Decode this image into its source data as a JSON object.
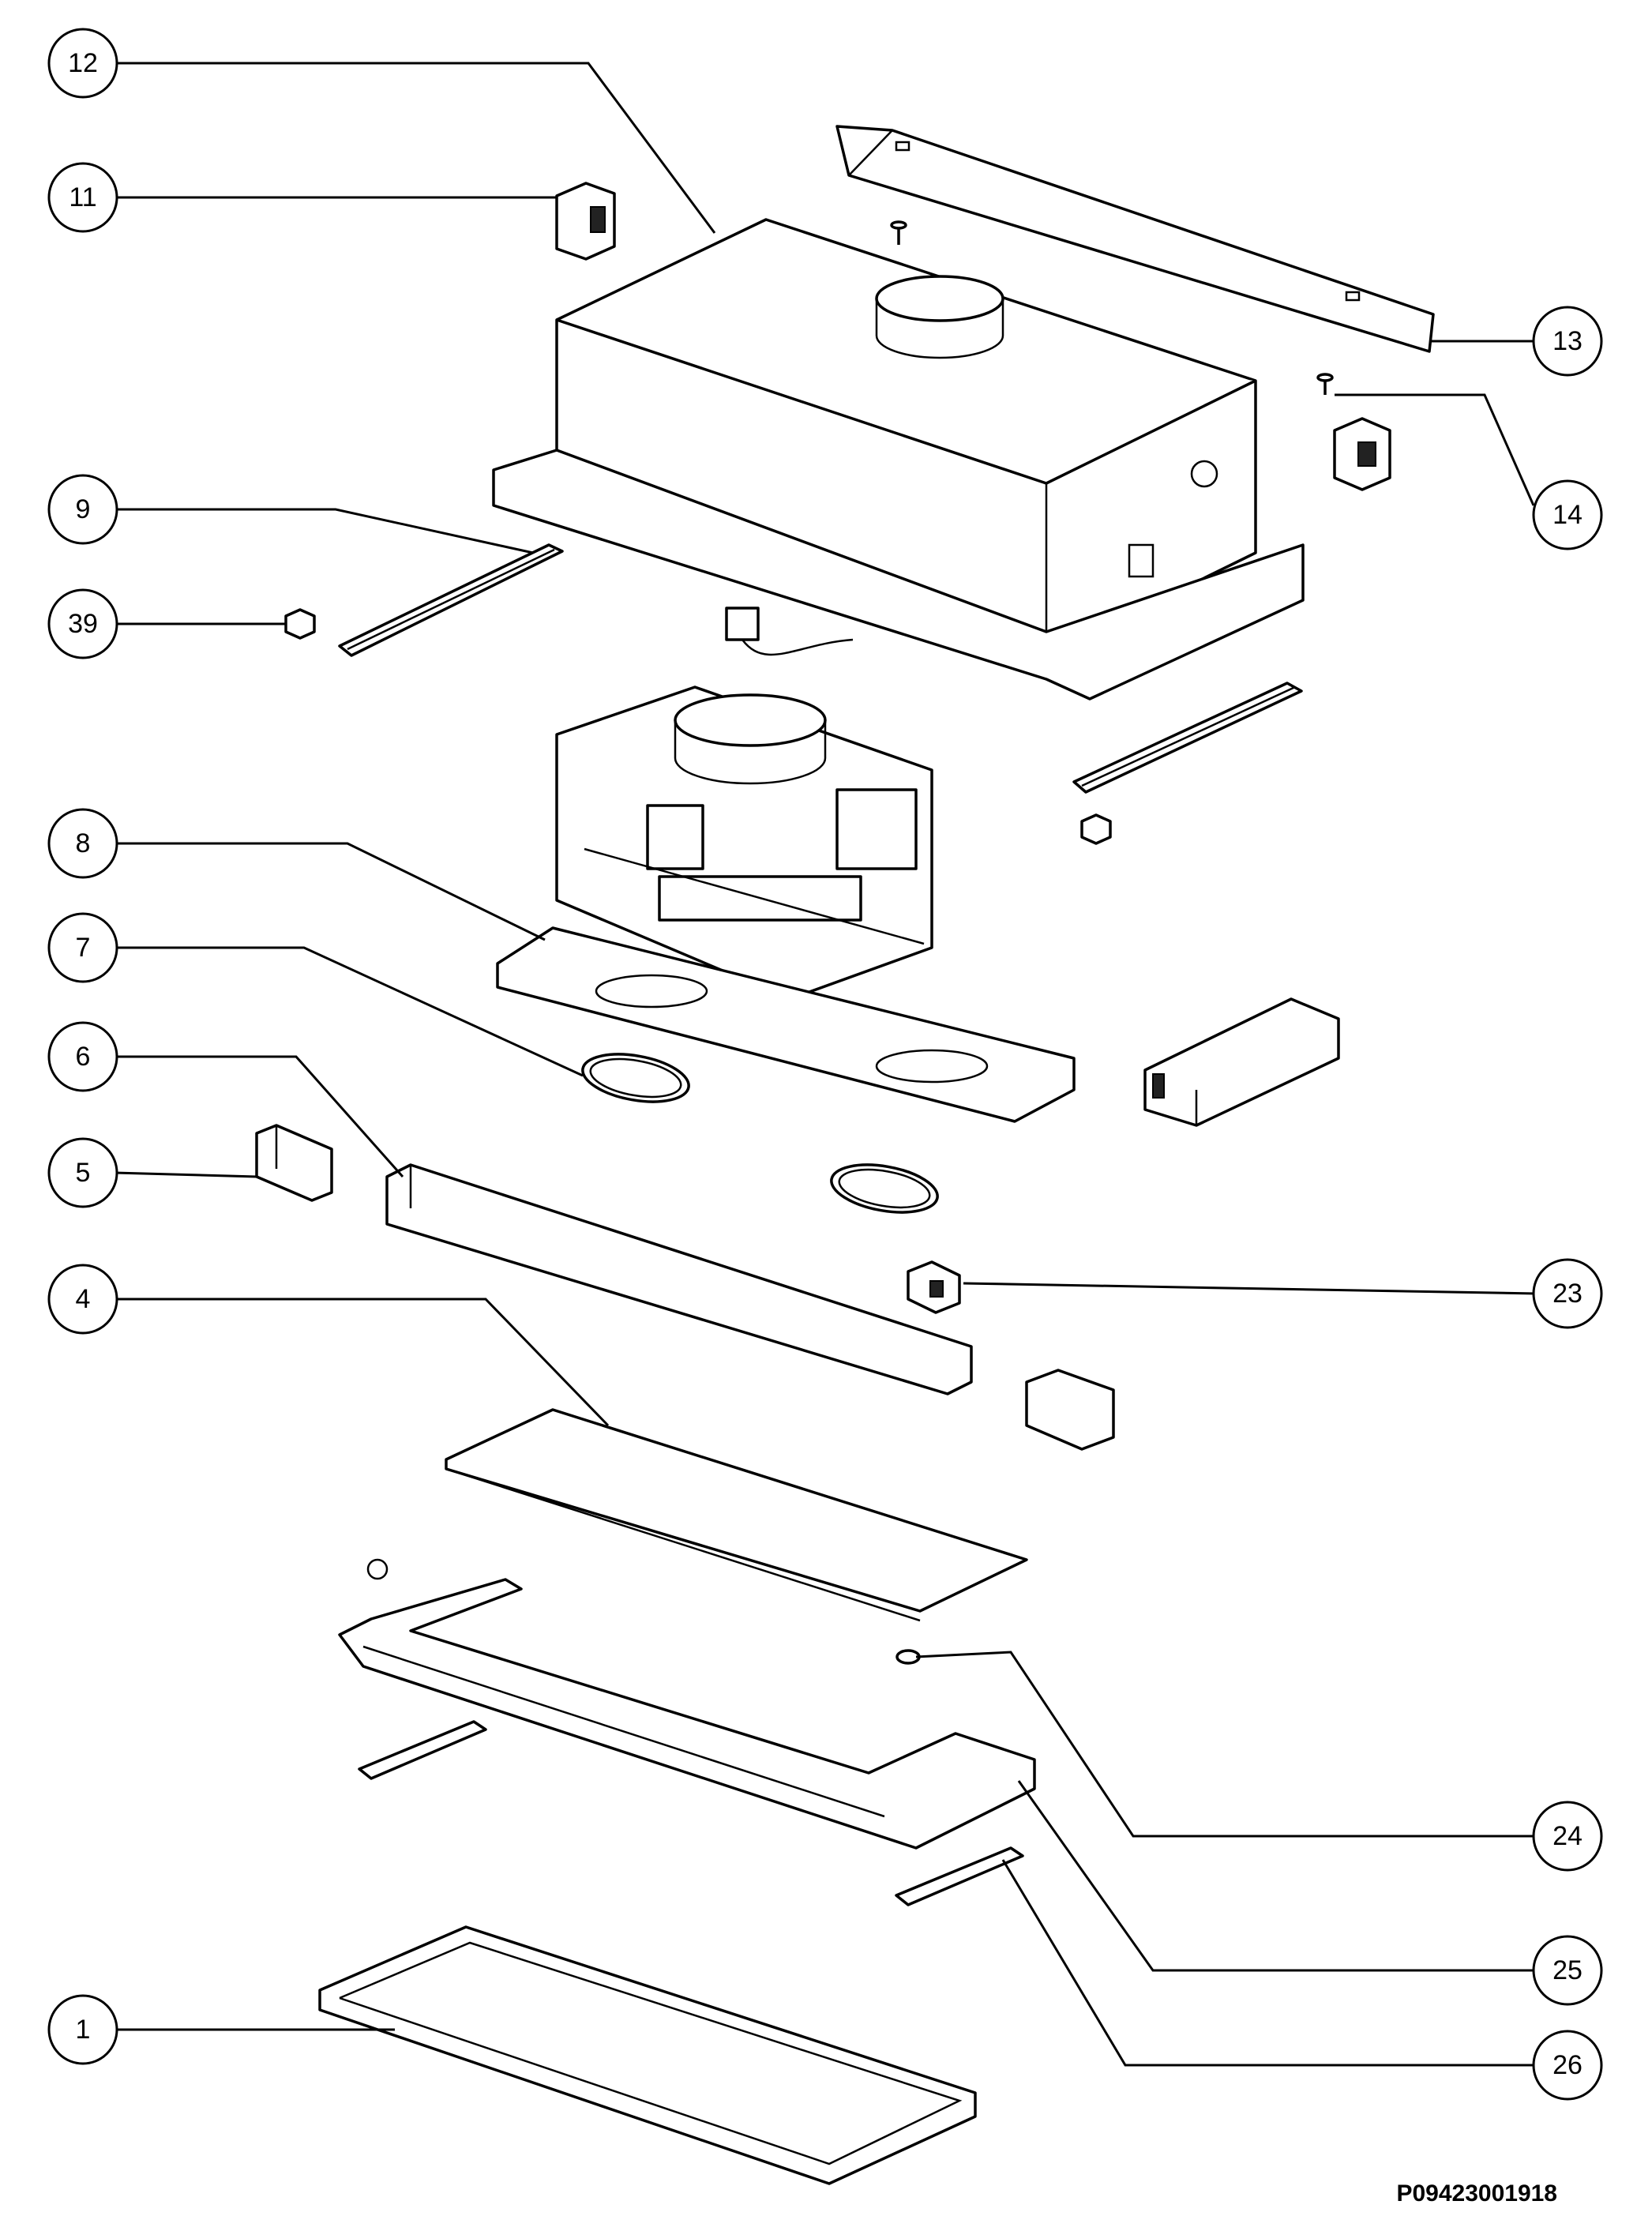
{
  "diagram_code": "P09423001918",
  "callouts": [
    {
      "id": "callout-12",
      "number": "12"
    },
    {
      "id": "callout-11",
      "number": "11"
    },
    {
      "id": "callout-13",
      "number": "13"
    },
    {
      "id": "callout-14",
      "number": "14"
    },
    {
      "id": "callout-9",
      "number": "9"
    },
    {
      "id": "callout-39",
      "number": "39"
    },
    {
      "id": "callout-8",
      "number": "8"
    },
    {
      "id": "callout-7",
      "number": "7"
    },
    {
      "id": "callout-6",
      "number": "6"
    },
    {
      "id": "callout-5",
      "number": "5"
    },
    {
      "id": "callout-23",
      "number": "23"
    },
    {
      "id": "callout-4",
      "number": "4"
    },
    {
      "id": "callout-24",
      "number": "24"
    },
    {
      "id": "callout-25",
      "number": "25"
    },
    {
      "id": "callout-1",
      "number": "1"
    },
    {
      "id": "callout-26",
      "number": "26"
    }
  ]
}
